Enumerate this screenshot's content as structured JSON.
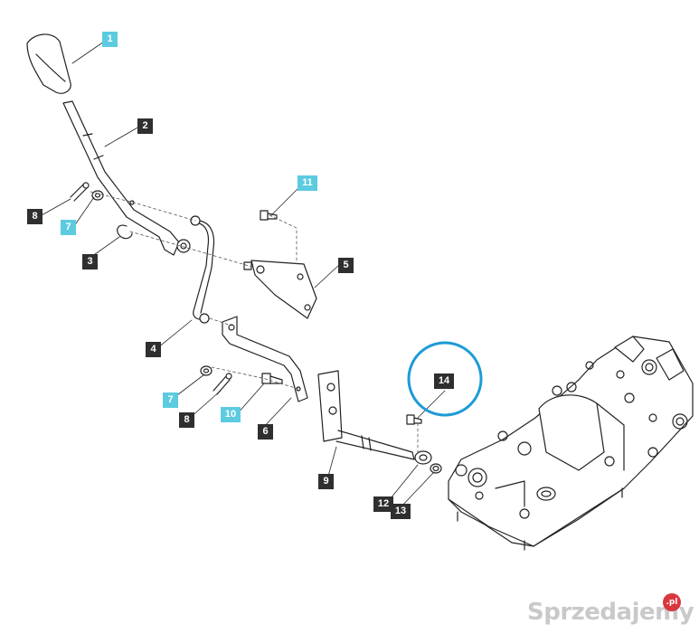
{
  "callouts": [
    {
      "id": "c1",
      "label": "1",
      "style": "cyan"
    },
    {
      "id": "c2",
      "label": "2",
      "style": "dark"
    },
    {
      "id": "c3",
      "label": "3",
      "style": "dark"
    },
    {
      "id": "c4",
      "label": "4",
      "style": "dark"
    },
    {
      "id": "c5",
      "label": "5",
      "style": "dark"
    },
    {
      "id": "c6",
      "label": "6",
      "style": "dark"
    },
    {
      "id": "c7a",
      "label": "7",
      "style": "cyan"
    },
    {
      "id": "c7b",
      "label": "7",
      "style": "cyan"
    },
    {
      "id": "c8a",
      "label": "8",
      "style": "dark"
    },
    {
      "id": "c8b",
      "label": "8",
      "style": "dark"
    },
    {
      "id": "c9",
      "label": "9",
      "style": "dark"
    },
    {
      "id": "c10",
      "label": "10",
      "style": "cyan"
    },
    {
      "id": "c11",
      "label": "11",
      "style": "cyan"
    },
    {
      "id": "c12",
      "label": "12",
      "style": "dark"
    },
    {
      "id": "c13",
      "label": "13",
      "style": "dark"
    },
    {
      "id": "c14",
      "label": "14",
      "style": "dark"
    }
  ],
  "highlight": {
    "target": "14",
    "color": "#1e9bd7"
  },
  "colors": {
    "cyan_tag": "#5ccbe0",
    "dark_tag": "#2f2f2f",
    "line": "#222222"
  },
  "watermark": {
    "text": "Sprzedajemy",
    "badge": ".pl"
  }
}
